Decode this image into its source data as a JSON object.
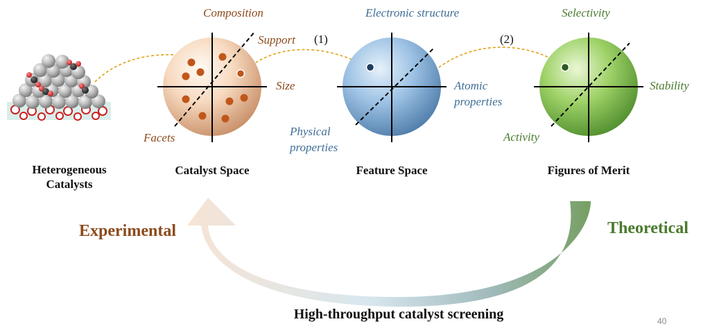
{
  "colors": {
    "experimental": "#8c4a1c",
    "theoretical": "#4a7a2e",
    "feature": "#3f6d96",
    "particle": "#c0561a",
    "arrow": "#e0a21a"
  },
  "catalyst_space": {
    "top": "Composition",
    "support": "Support",
    "right": "Size",
    "left": "Facets",
    "label": "Catalyst Space"
  },
  "feature_space": {
    "top": "Electronic structure",
    "right_1": "Atomic",
    "right_2": "properties",
    "left_1": "Physical",
    "left_2": "properties",
    "label": "Feature Space"
  },
  "merit_space": {
    "top": "Selectivity",
    "right": "Stability",
    "left": "Activity",
    "label": "Figures of Merit"
  },
  "steps": {
    "one": "(1)",
    "two": "(2)"
  },
  "hetero": {
    "line1": "Heterogeneous",
    "line2": "Catalysts"
  },
  "loop": {
    "experimental": "Experimental",
    "theoretical": "Theoretical",
    "caption": "High-throughput catalyst screening"
  },
  "slide_number": "40"
}
